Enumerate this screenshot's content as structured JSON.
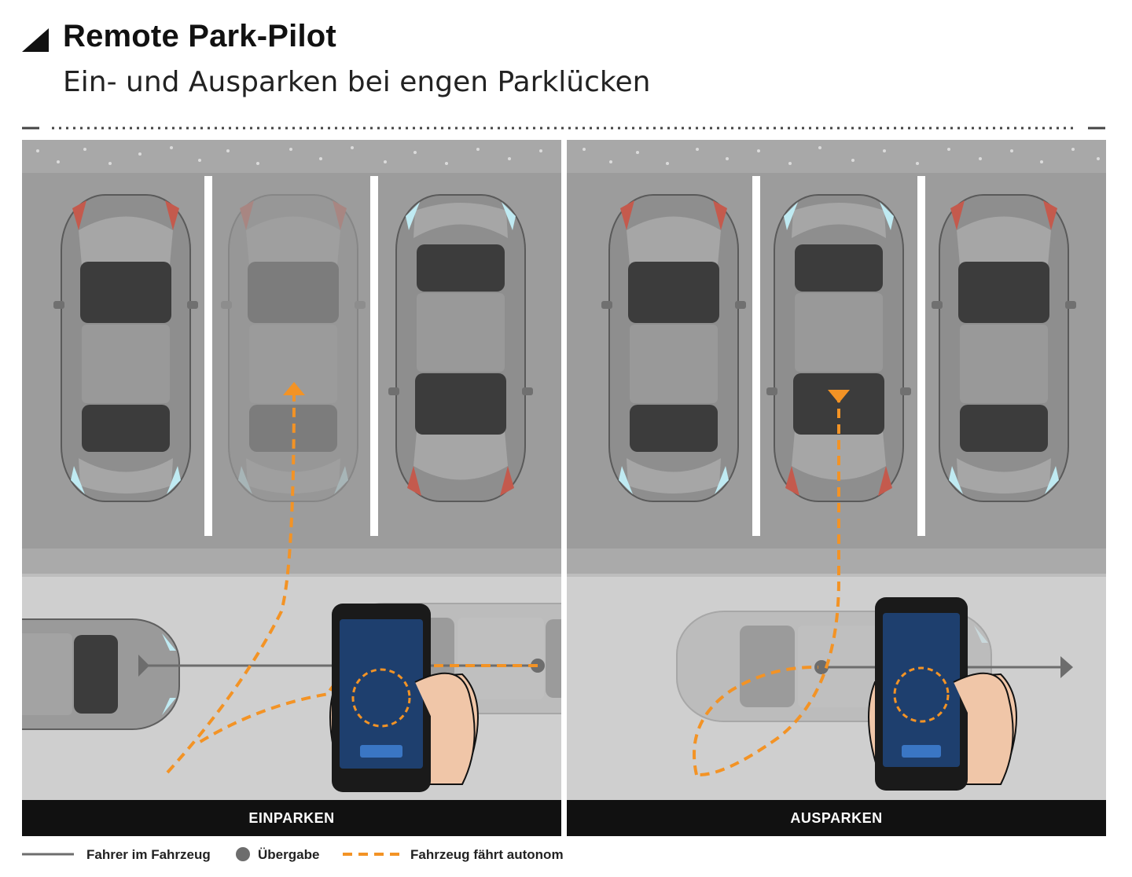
{
  "header": {
    "title": "Remote Park-Pilot",
    "subtitle": "Ein- und Ausparken bei engen Parklücken"
  },
  "panels": [
    {
      "label": "EINPARKEN"
    },
    {
      "label": "AUSPARKEN"
    }
  ],
  "legend": [
    {
      "label": "Fahrer im Fahrzeug",
      "symbol": "solid-line"
    },
    {
      "label": "Übergabe",
      "symbol": "dot"
    },
    {
      "label": "Fahrzeug fährt autonom",
      "symbol": "dashed-line"
    }
  ],
  "colors": {
    "accent": "#f39325",
    "path_gray": "#6d6d6d",
    "label_bar": "#111111",
    "background_gray": "#bdbdbd"
  }
}
